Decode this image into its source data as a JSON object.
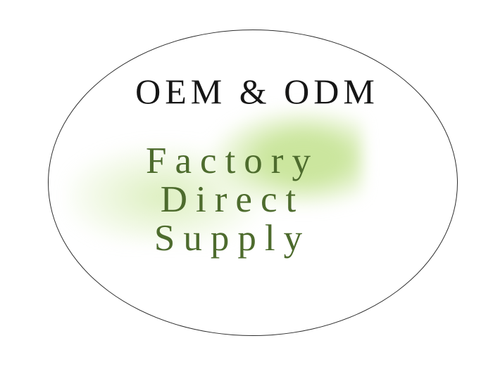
{
  "logo": {
    "title": "OEM & ODM",
    "subtitle_lines": [
      "Factory",
      "Direct",
      "Supply"
    ],
    "colors": {
      "background": "#ffffff",
      "title": "#161616",
      "subtitle": "#4d6b2d",
      "glow": "#cbe69e",
      "ellipse_border": "#2d2d2d"
    }
  }
}
